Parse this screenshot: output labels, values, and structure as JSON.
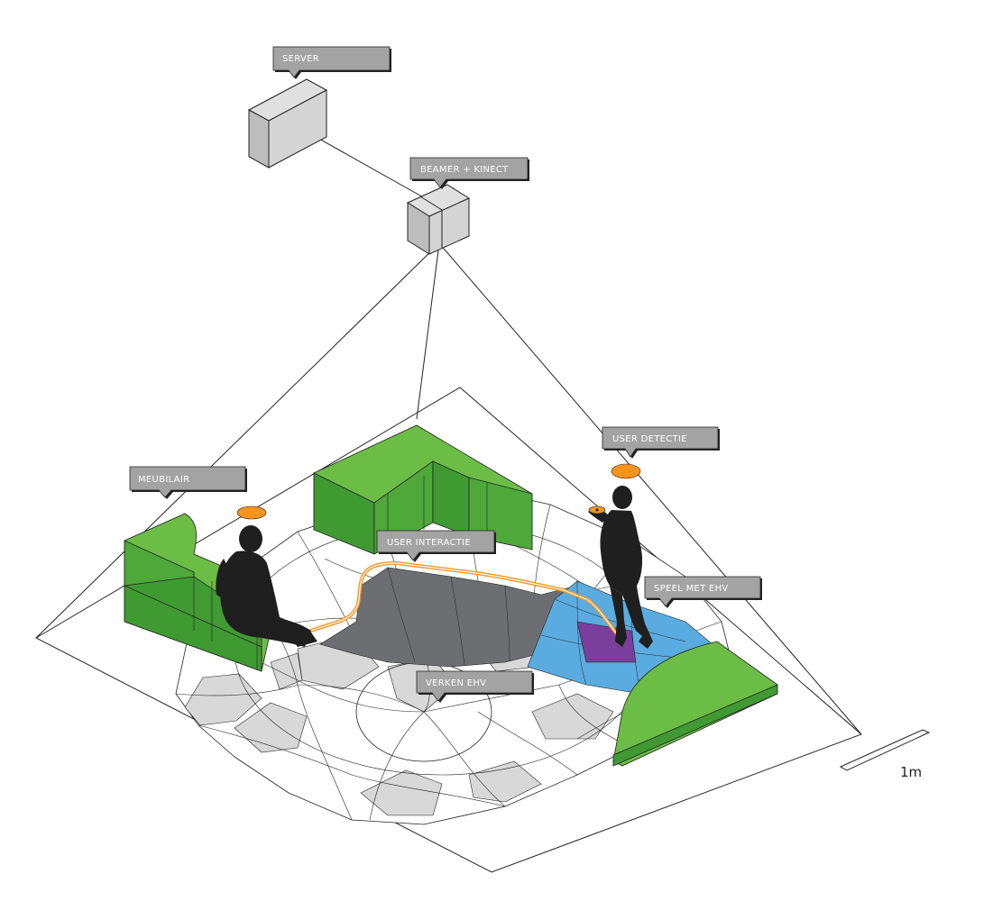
{
  "colors": {
    "label_fill": "#a3a3a3",
    "label_text": "#ffffff",
    "green": "#6cbd45",
    "green_dark": "#3f9a32",
    "green_side": "#4ea83a",
    "orange": "#f7941d",
    "blue": "#5aace0",
    "purple": "#7a3e9d",
    "dark_gray": "#6d6e71",
    "light_gray": "#d8d8d8",
    "silhouette": "#1f1f1f",
    "box_light": "#d4d4d4",
    "box_mid": "#bdbdbd",
    "box_dark": "#a8a8a8"
  },
  "labels": {
    "server": "SERVER",
    "beamer": "BEAMER + KINECT",
    "user_detectie": "USER DETECTIE",
    "meubilair": "MEUBILAIR",
    "user_interactie": "USER INTERACTIE",
    "speel_met": "SPEEL MET  EHV",
    "verken": "VERKEN  EHV"
  },
  "scale": {
    "text": "1m"
  },
  "icons": {
    "server": "server-box-icon",
    "beamer": "projector-box-icon",
    "sitting_person": "sitting-person-icon",
    "standing_person": "standing-person-icon"
  }
}
